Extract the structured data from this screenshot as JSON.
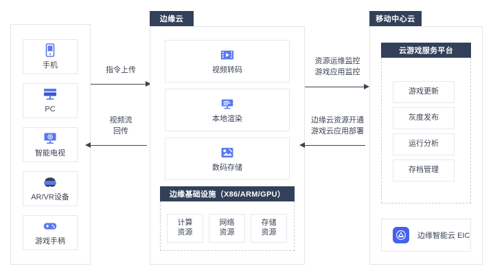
{
  "theme": {
    "header_bar_color": "#33405a",
    "accent_blue": "#4463e8",
    "icon_blue": "#5a78ef",
    "border_gray": "#e6e8ec",
    "text_color": "#3b4352",
    "background": "#ffffff"
  },
  "panels": {
    "terminal": {
      "tab_label": ""
    },
    "edge_cloud": {
      "tab_label": "边缘云"
    },
    "mobile_center_cloud": {
      "tab_label": "移动中心云"
    }
  },
  "terminals": [
    {
      "label": "手机",
      "icon": "mobile-phone-icon"
    },
    {
      "label": "PC",
      "icon": "desktop-monitor-icon"
    },
    {
      "label": "智能电视",
      "icon": "smart-tv-icon"
    },
    {
      "label": "AR/VR设备",
      "icon": "vr-headset-icon"
    },
    {
      "label": "游戏手柄",
      "icon": "gamepad-icon"
    }
  ],
  "edge_services": [
    {
      "label": "视频转码",
      "icon": "film-strip-play-icon"
    },
    {
      "label": "本地渲染",
      "icon": "monitor-render-icon"
    },
    {
      "label": "数码存储",
      "icon": "media-storage-icon"
    }
  ],
  "edge_infrastructure": {
    "title": "边缘基础设施（X86/ARM/GPU）",
    "resources": [
      {
        "line1": "计算",
        "line2": "资源"
      },
      {
        "line1": "网络",
        "line2": "资源"
      },
      {
        "line1": "存储",
        "line2": "资源"
      }
    ]
  },
  "cloud_game_platform": {
    "title": "云游戏服务平台",
    "items": [
      {
        "label": "游戏更新"
      },
      {
        "label": "灰度发布"
      },
      {
        "label": "运行分析"
      },
      {
        "label": "存档管理"
      }
    ]
  },
  "eic": {
    "label": "边缘智能云 EIC",
    "icon": "eic-cloud-icon"
  },
  "arrows": {
    "terminal_to_edge_up": {
      "label_line1": "指令上传",
      "label_line2": "",
      "direction": "right"
    },
    "edge_to_terminal_down": {
      "label_line1": "视频流",
      "label_line2": "回传",
      "direction": "left"
    },
    "edge_to_cloud_up": {
      "label_line1": "资源运维监控",
      "label_line2": "游戏应用监控",
      "direction": "right"
    },
    "cloud_to_edge_down": {
      "label_line1": "边缘云资源开通",
      "label_line2": "游戏云应用部署",
      "direction": "left"
    }
  }
}
